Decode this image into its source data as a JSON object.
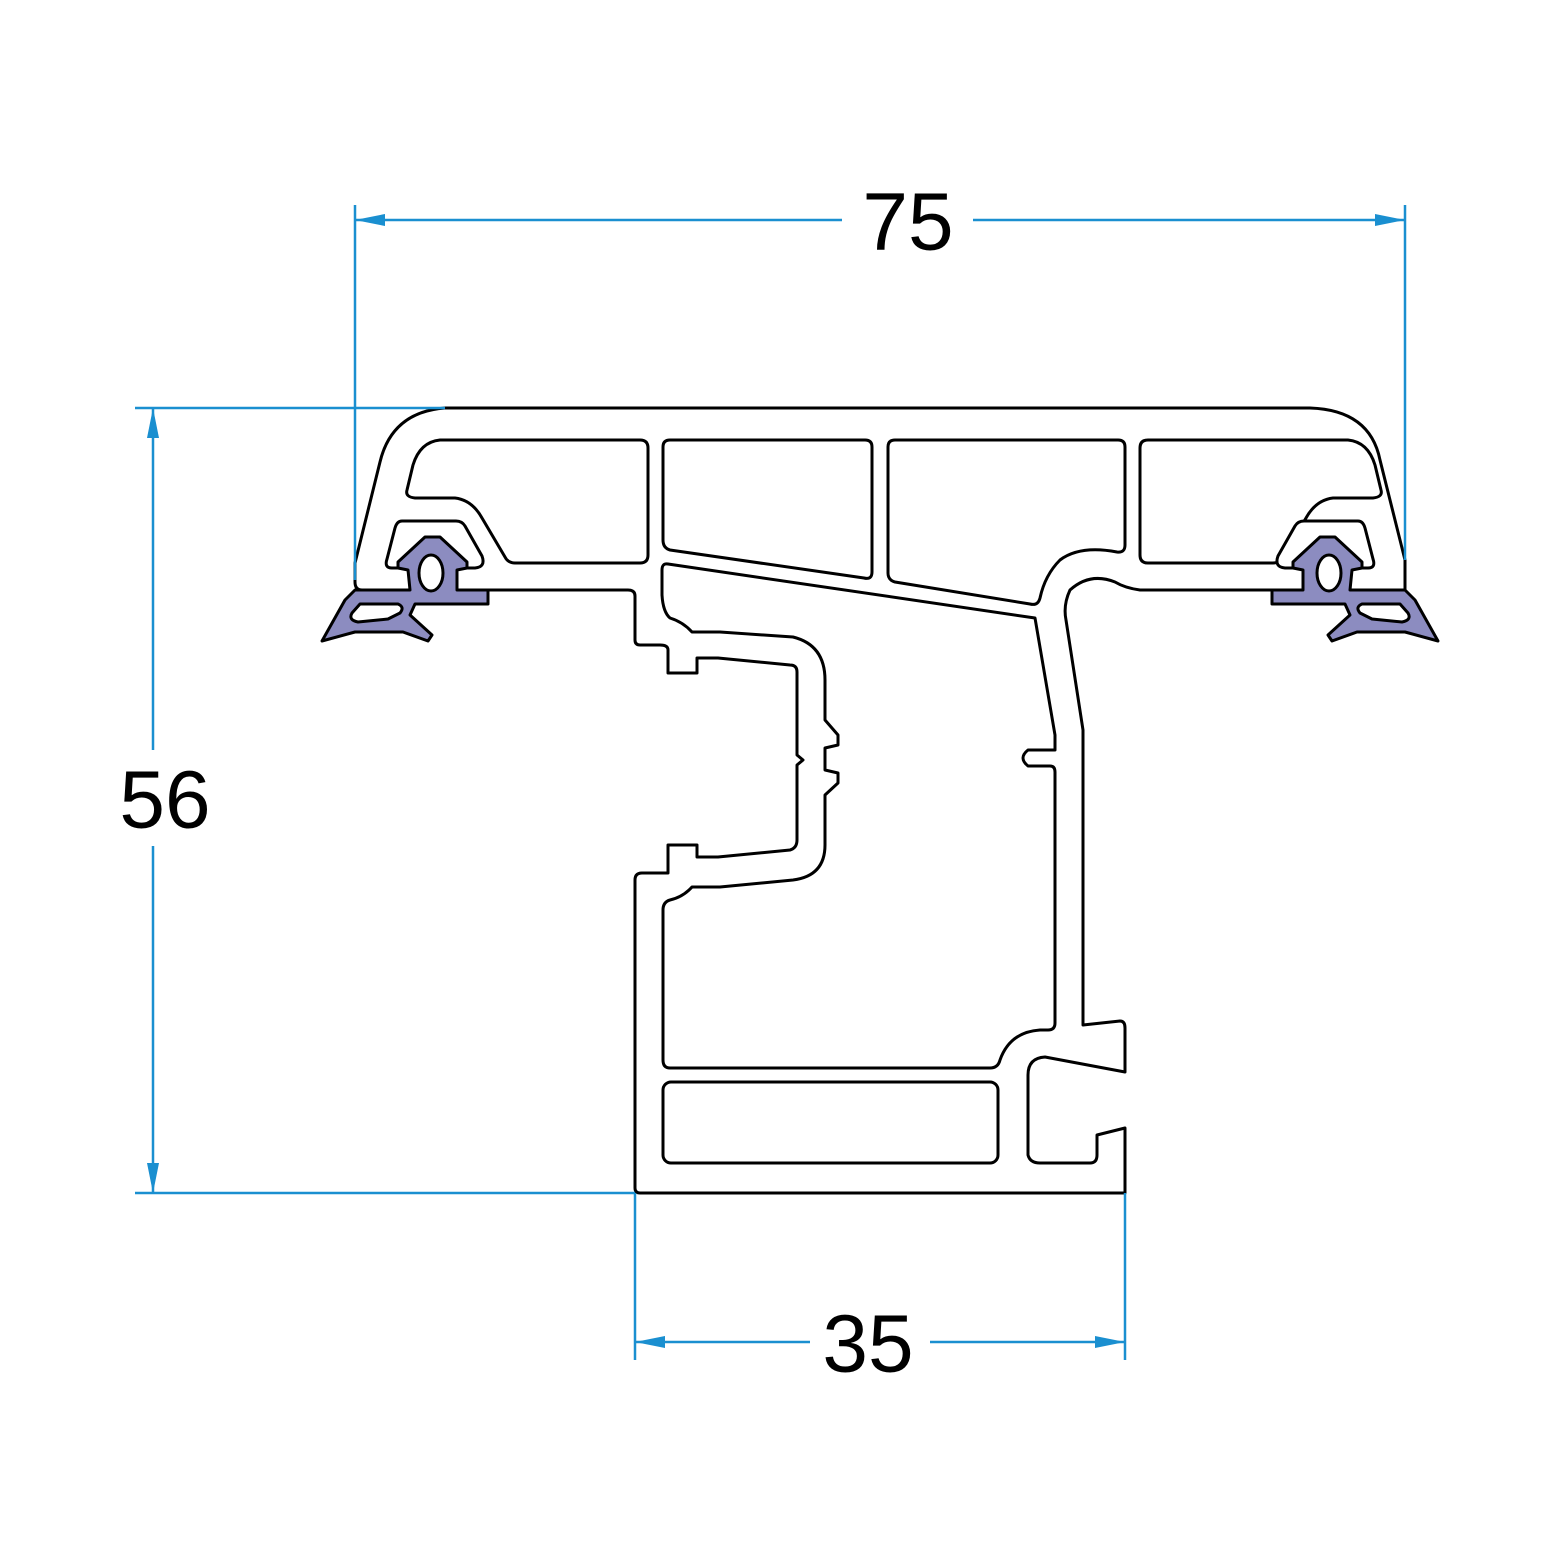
{
  "dimensions": {
    "width_total": "75",
    "height_total": "56",
    "width_base": "35"
  },
  "colors": {
    "dimension_line": "#1a8fd0",
    "gasket": "#8c8cc0",
    "outline": "#000000"
  }
}
